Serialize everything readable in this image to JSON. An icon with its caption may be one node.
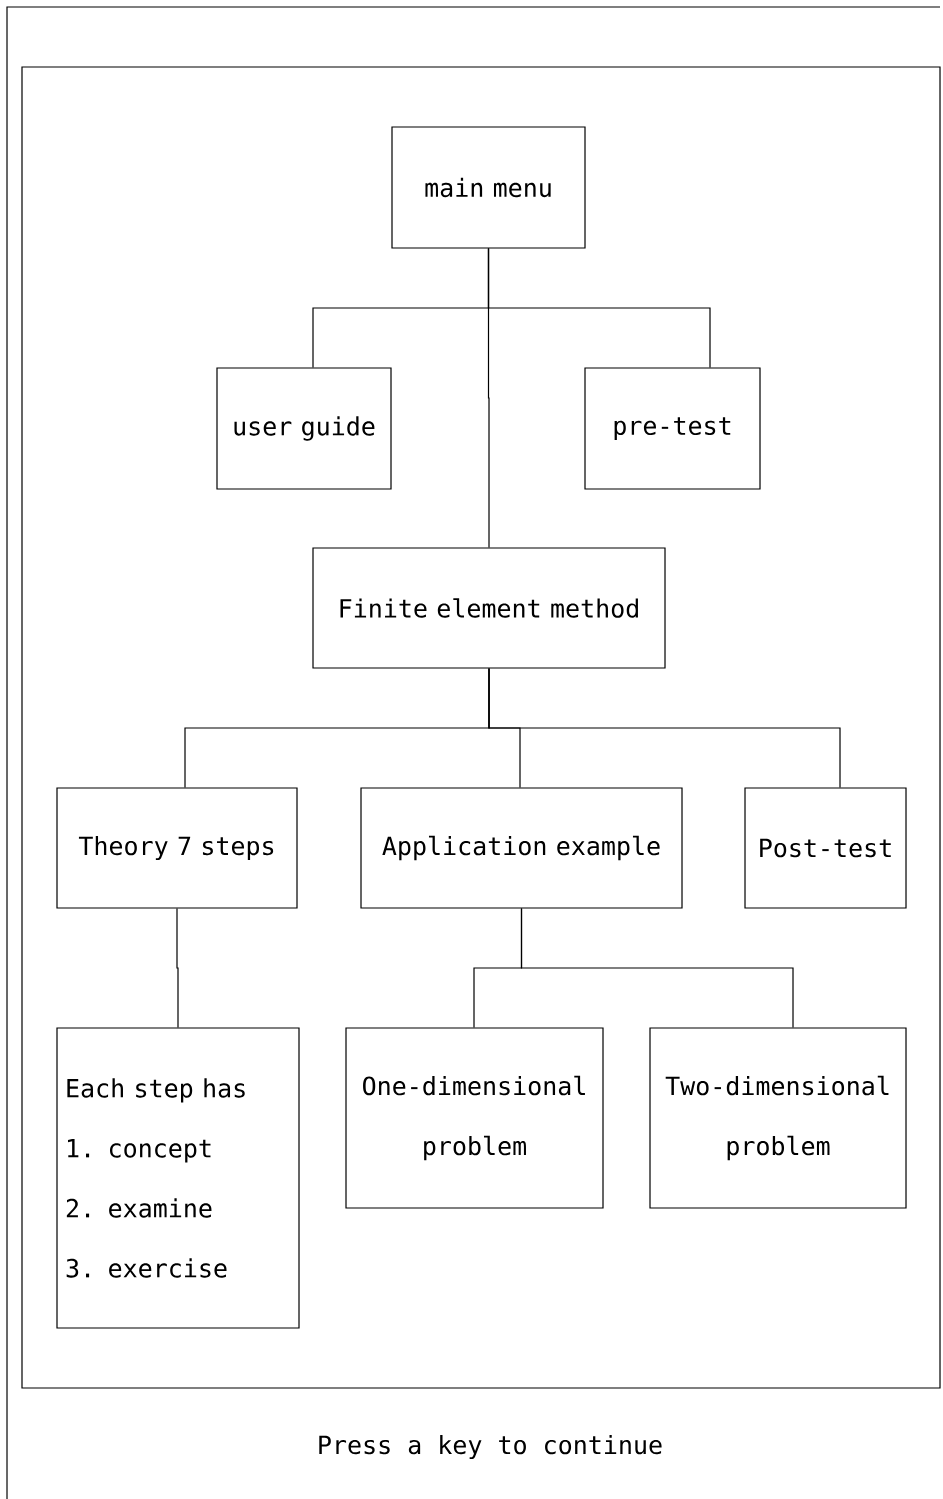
{
  "diagram": {
    "nodes": [
      {
        "text": [
          "main menu"
        ]
      },
      {
        "text": [
          "user guide"
        ]
      },
      {
        "text": [
          "pre-test"
        ]
      },
      {
        "text": [
          "Finite element method"
        ]
      },
      {
        "text": [
          "Theory 7 steps"
        ]
      },
      {
        "text": [
          "Application example"
        ]
      },
      {
        "text": [
          "Post-test"
        ]
      },
      {
        "text": [
          "Each step has",
          "1. concept",
          "2. examine",
          "3. exercise"
        ]
      },
      {
        "text": [
          "One-dimensional problem"
        ]
      },
      {
        "text": [
          "Two-dimensional problem"
        ]
      }
    ],
    "edges": [
      {
        "from": 0,
        "to": 1,
        "arrow": "none"
      },
      {
        "from": 0,
        "to": 2,
        "arrow": "none"
      },
      {
        "from": 0,
        "to": 3,
        "arrow": "none"
      },
      {
        "from": 3,
        "to": 4,
        "arrow": "none"
      },
      {
        "from": 3,
        "to": 5,
        "arrow": "none"
      },
      {
        "from": 3,
        "to": 6,
        "arrow": "none"
      },
      {
        "from": 4,
        "to": 7,
        "arrow": "none"
      },
      {
        "from": 5,
        "to": 8,
        "arrow": "none"
      },
      {
        "from": 5,
        "to": 9,
        "arrow": "none"
      }
    ],
    "labels": [
      "Press a key to continue"
    ]
  }
}
